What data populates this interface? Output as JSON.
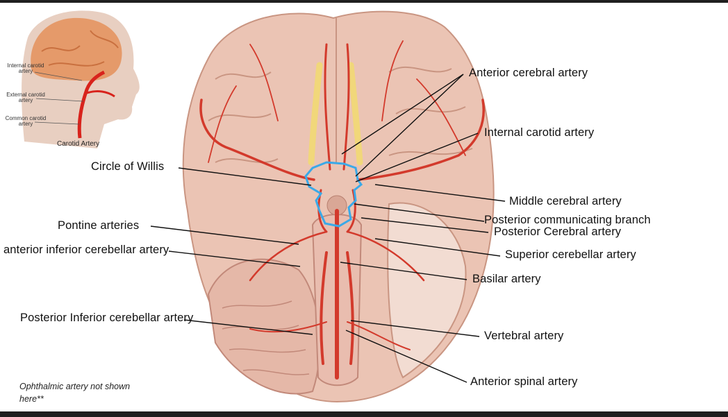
{
  "colors": {
    "brain": "#e9c2b2",
    "brain_dark": "#c99582",
    "artery": "#d33a2c",
    "circle_outline": "#3aa9e8",
    "optic": "#f1d77a",
    "background": "#ffffff"
  },
  "inset": {
    "labels": [
      "Internal carotid artery",
      "External carotid artery",
      "Common carotid artery"
    ],
    "title": "Carotid Artery"
  },
  "labels": {
    "anterior_cerebral": "Anterior cerebral artery",
    "internal_carotid": "Internal carotid artery",
    "circle_of_willis": "Circle of Willis",
    "middle_cerebral": "Middle cerebral artery",
    "posterior_communicating": "Posterior communicating branch",
    "posterior_cerebral": "Posterior Cerebral artery",
    "pontine": "Pontine arteries",
    "aica": "anterior inferior cerebellar artery",
    "superior_cerebellar": "Superior cerebellar artery",
    "basilar": "Basilar artery",
    "pica": "Posterior Inferior cerebellar artery",
    "vertebral": "Vertebral artery",
    "anterior_spinal": "Anterior spinal artery"
  },
  "note": "Ophthalmic artery not shown here**"
}
